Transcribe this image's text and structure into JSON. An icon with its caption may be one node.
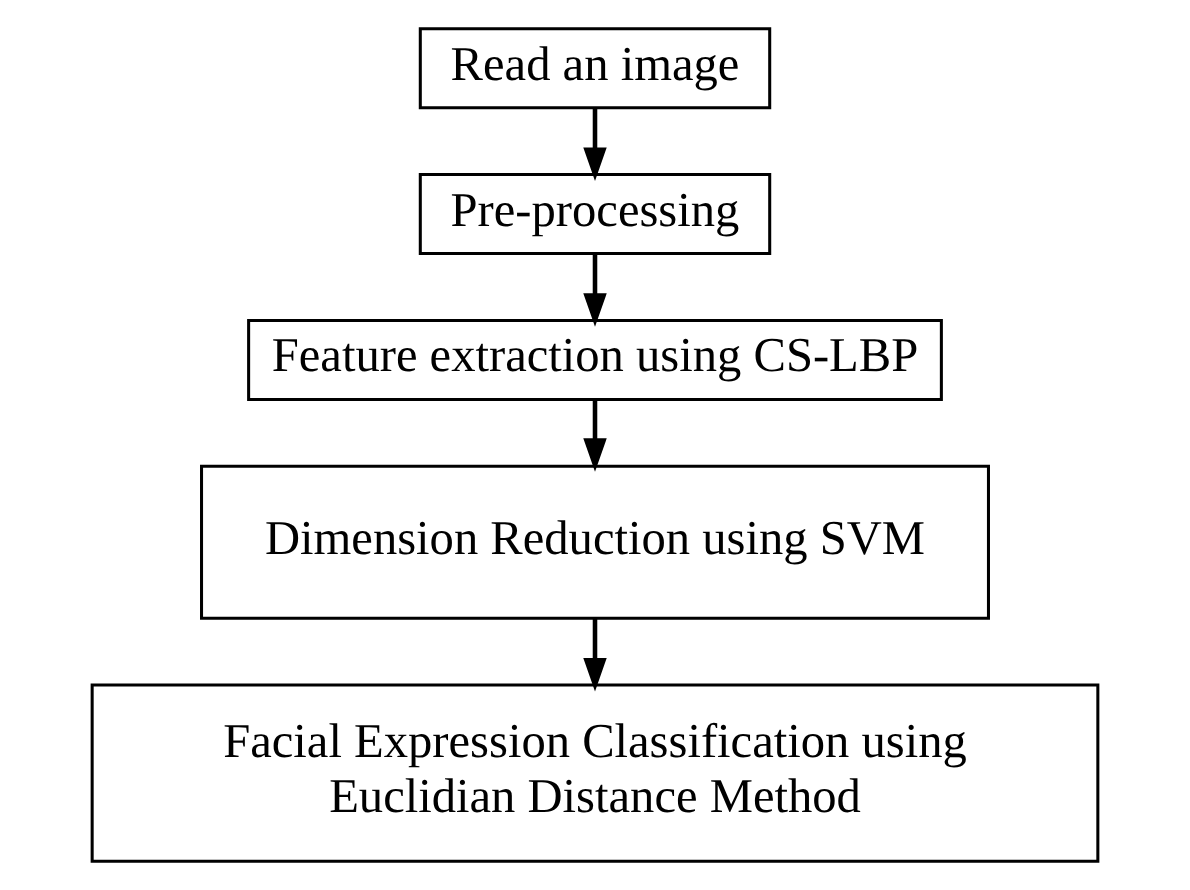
{
  "diagram": {
    "nodes": [
      {
        "text": [
          "Read an image"
        ]
      },
      {
        "text": [
          "Pre-processing"
        ]
      },
      {
        "text": [
          "Feature extraction using CS-LBP"
        ]
      },
      {
        "text": [
          "Dimension Reduction using SVM"
        ]
      },
      {
        "text": [
          "Facial Expression Classification using Euclidian Distance Method"
        ]
      }
    ],
    "edges": [
      {
        "from": 0,
        "to": 1,
        "arrow": "to"
      },
      {
        "from": 1,
        "to": 2,
        "arrow": "to"
      },
      {
        "from": 2,
        "to": 3,
        "arrow": "to"
      },
      {
        "from": 3,
        "to": 4,
        "arrow": "to"
      }
    ]
  }
}
